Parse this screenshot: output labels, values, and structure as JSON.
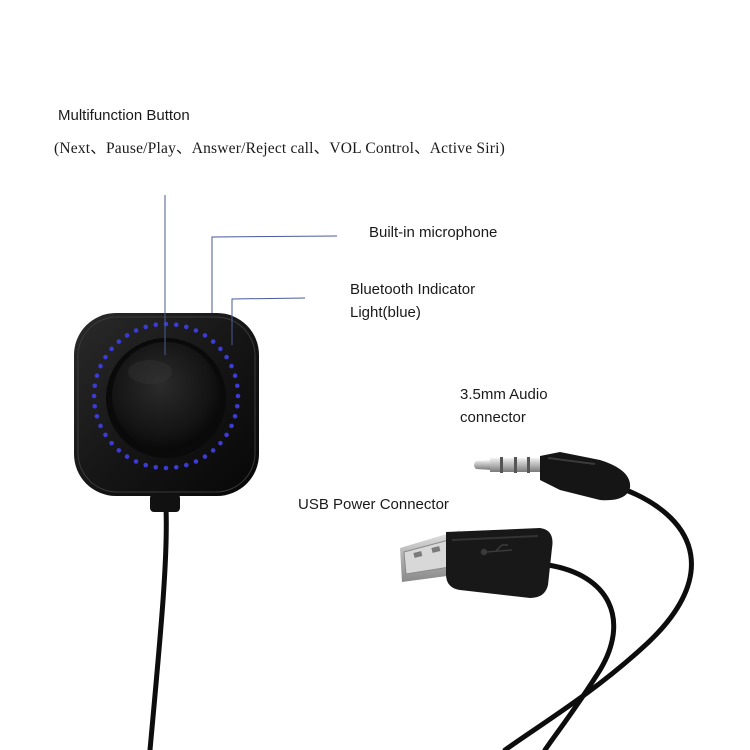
{
  "labels": {
    "multifunction_title": "Multifunction Button",
    "multifunction_functions": "(Next、Pause/Play、Answer/Reject call、VOL Control、Active Siri)",
    "microphone": "Built-in microphone",
    "indicator_line1": "Bluetooth Indicator",
    "indicator_line2": "Light(blue)",
    "audio_line1": "3.5mm Audio",
    "audio_line2": "connector",
    "usb": "USB Power Connector"
  },
  "colors": {
    "leader_line": "#4a5a9a",
    "led_blue": "#3b3bd6",
    "device_body": "#151515",
    "cable": "#0d0d0d"
  },
  "icons": [
    "usb-symbol-icon"
  ]
}
